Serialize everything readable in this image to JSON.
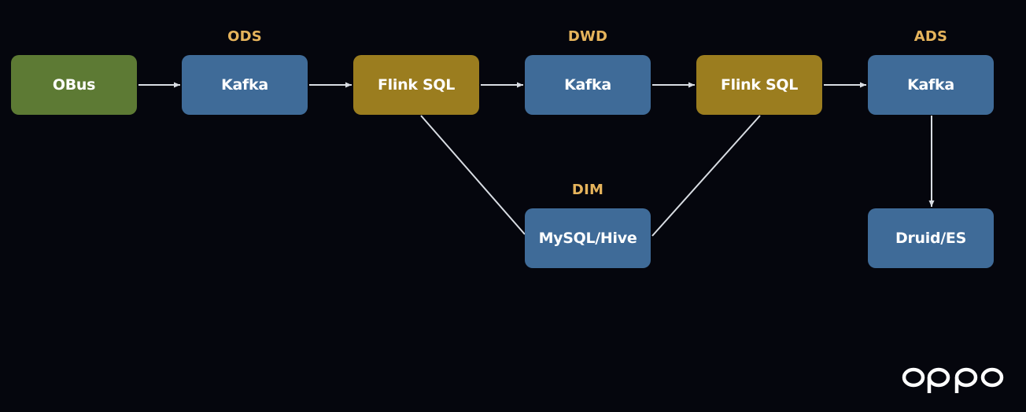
{
  "layers": {
    "ods": "ODS",
    "dwd": "DWD",
    "dim": "DIM",
    "ads": "ADS"
  },
  "nodes": {
    "obus": "OBus",
    "kafka_ods": "Kafka",
    "flink_sql_1": "Flink SQL",
    "kafka_dwd": "Kafka",
    "flink_sql_2": "Flink SQL",
    "kafka_ads": "Kafka",
    "dim_store": "MySQL/Hive",
    "druid_es": "Druid/ES"
  },
  "logo": {
    "text": "oppo"
  },
  "colors": {
    "background": "#05060d",
    "source_node": "#5d7a34",
    "compute_node": "#9b7d1f",
    "storage_node": "#3f6b98",
    "layer_label": "#e6b45c",
    "connector": "#d9dde3"
  }
}
